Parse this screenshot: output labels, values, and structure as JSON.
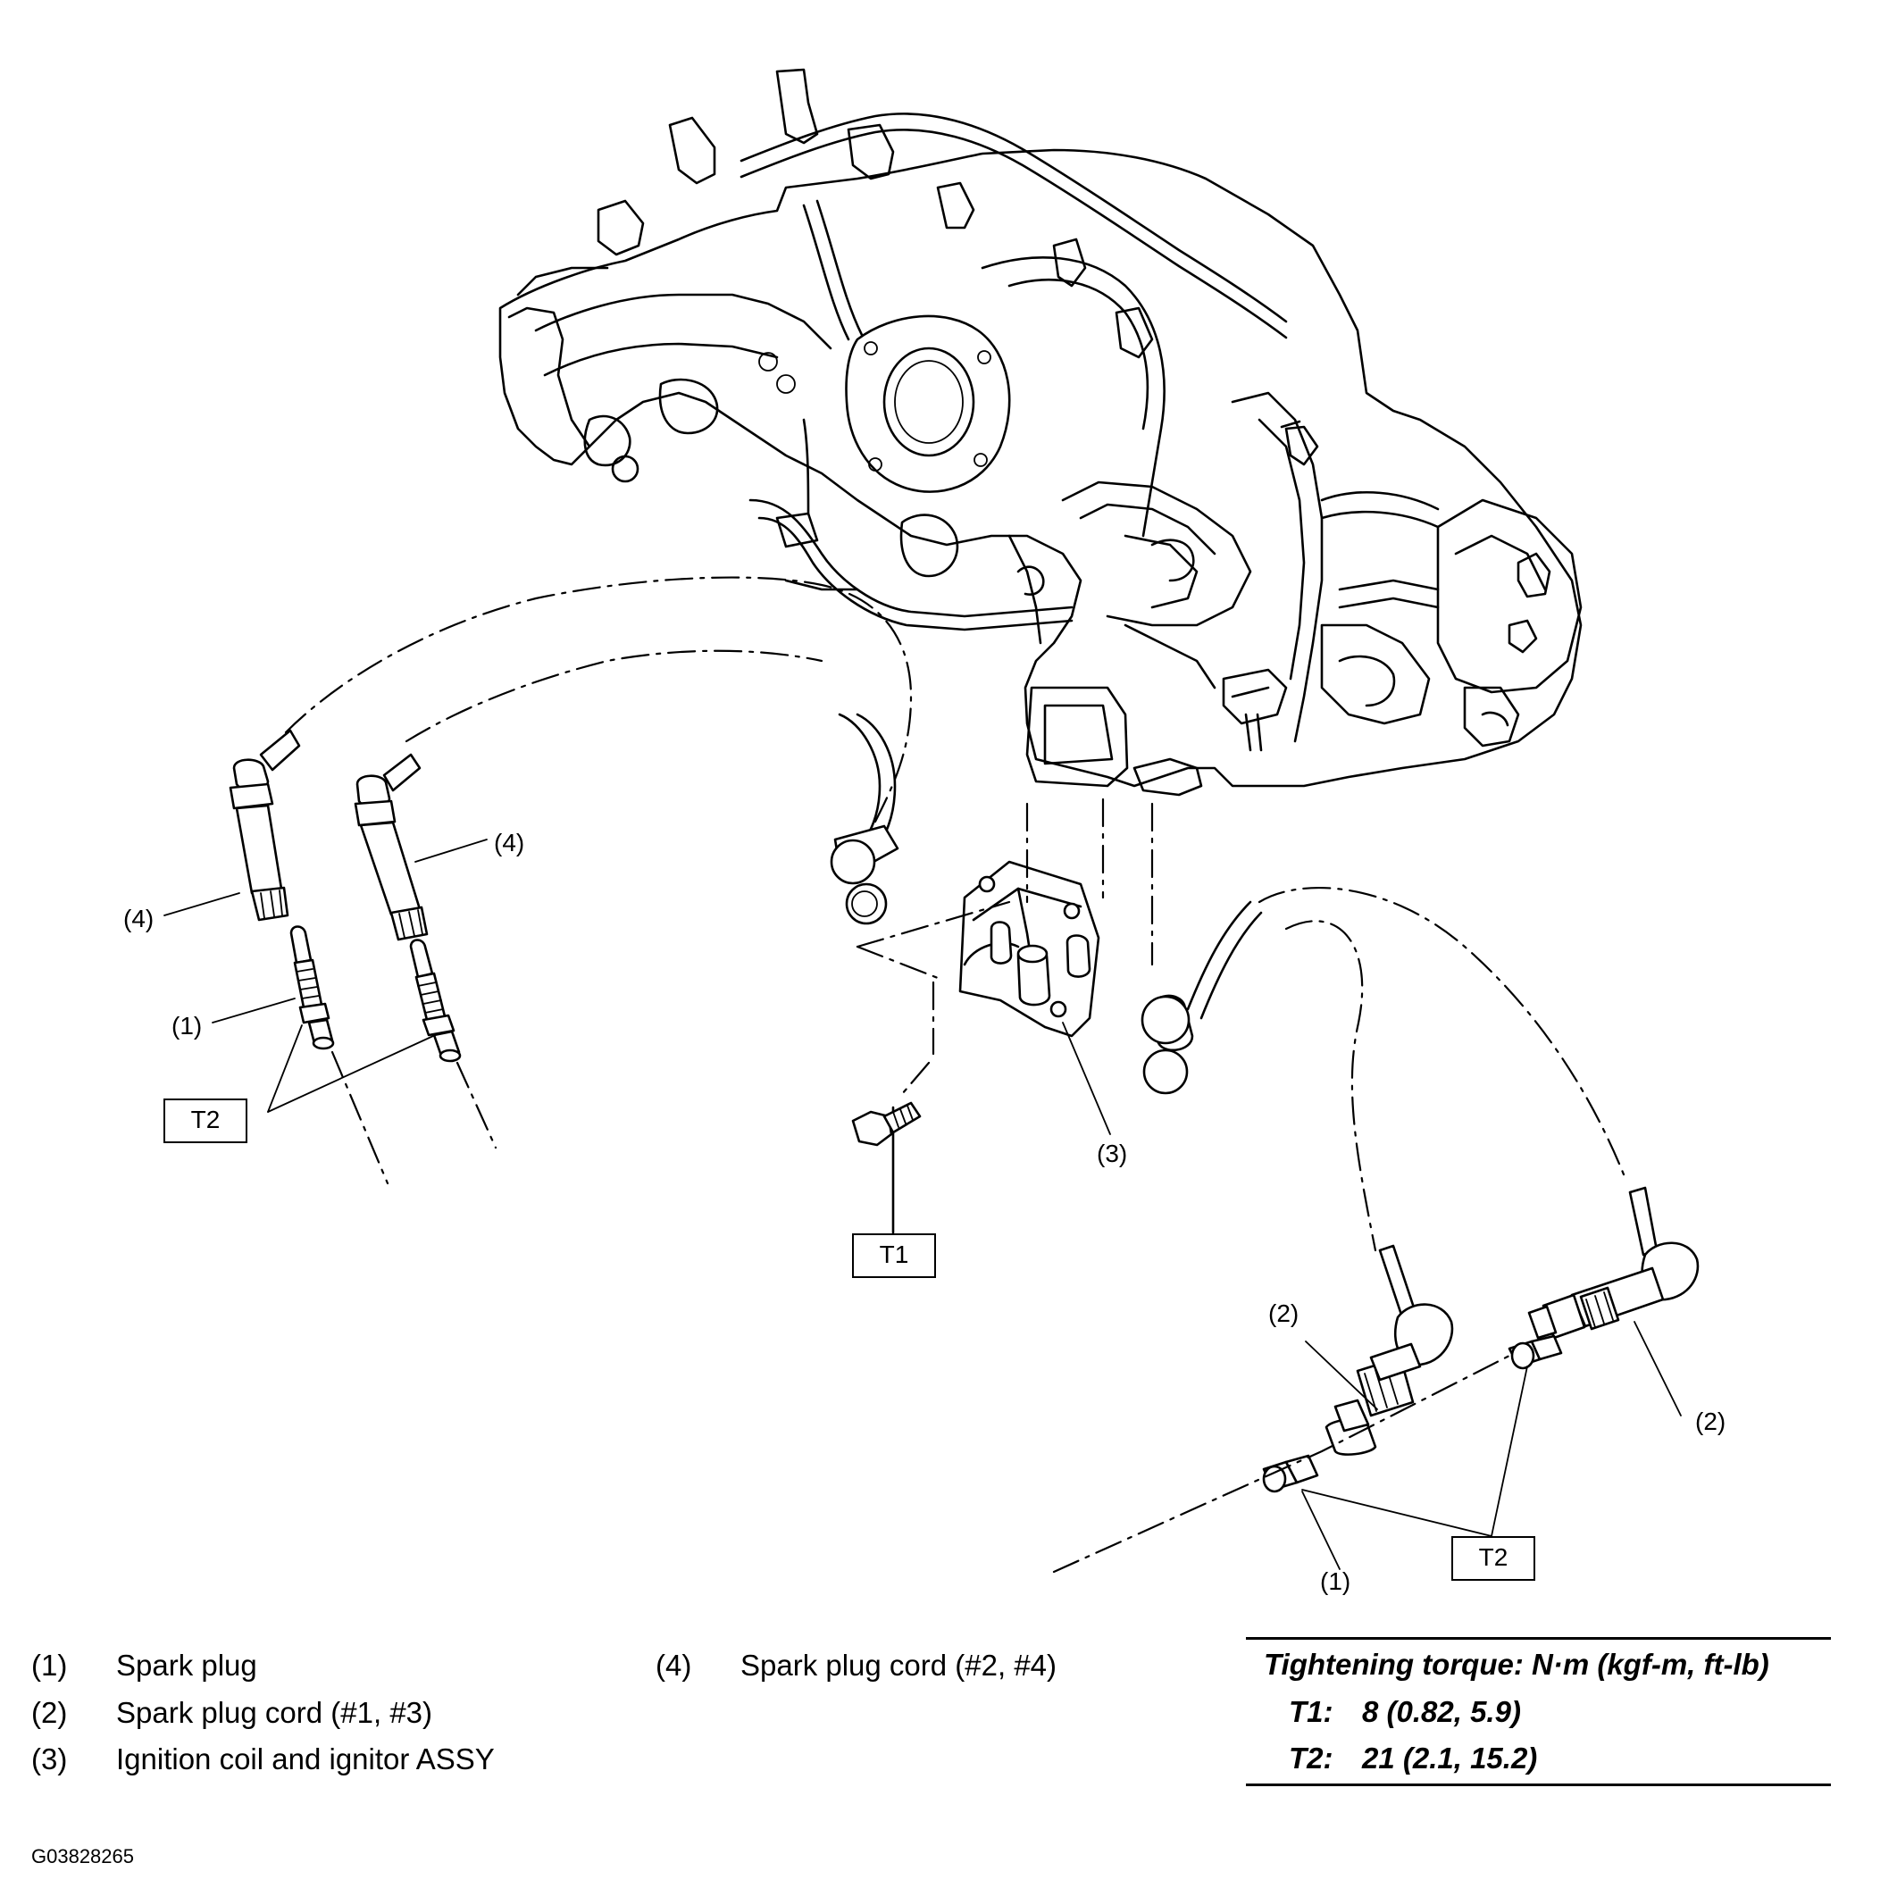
{
  "callouts": {
    "c1_left": "(1)",
    "c1_right": "(1)",
    "c2_upper": "(2)",
    "c2_right": "(2)",
    "c3": "(3)",
    "c4_left": "(4)",
    "c4_right": "(4)"
  },
  "torque_boxes": {
    "t1": "T1",
    "t2_left": "T2",
    "t2_right": "T2"
  },
  "legend": {
    "items": [
      {
        "num": "(1)",
        "text": "Spark plug"
      },
      {
        "num": "(2)",
        "text": "Spark plug cord (#1, #3)"
      },
      {
        "num": "(3)",
        "text": "Ignition coil and ignitor ASSY"
      },
      {
        "num": "(4)",
        "text": "Spark plug cord (#2, #4)"
      }
    ]
  },
  "torque_spec": {
    "heading": "Tightening torque: N·m (kgf-m, ft-lb)",
    "rows": [
      {
        "label": "T1:",
        "value": "8 (0.82, 5.9)"
      },
      {
        "label": "T2:",
        "value": "21 (2.1, 15.2)"
      }
    ]
  },
  "figure_code": "G03828265"
}
